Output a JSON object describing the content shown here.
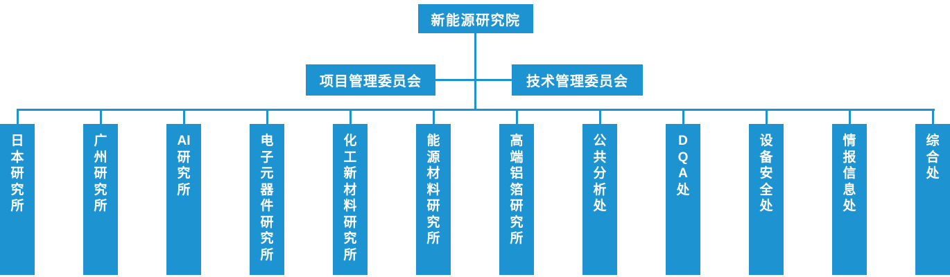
{
  "colors": {
    "node_fill": "#1E93D2",
    "node_text": "#FFFFFF",
    "connector_line": "#1E93D2",
    "background": "#FFFFFF"
  },
  "org_chart": {
    "root": {
      "label": "新能源研究院"
    },
    "committees": [
      {
        "label": "项目管理委员会"
      },
      {
        "label": "技术管理委员会"
      }
    ],
    "departments": [
      {
        "name": "日本研究所",
        "label_lines": "日\n本\n研\n究\n所"
      },
      {
        "name": "广州研究所",
        "label_lines": "广\n州\n研\n究\n所"
      },
      {
        "name": "AI研究所",
        "label_lines": "AI\n研\n究\n所"
      },
      {
        "name": "电子元器件研究所",
        "label_lines": "电\n子\n元\n器\n件\n研\n究\n所"
      },
      {
        "name": "化工新材料研究所",
        "label_lines": "化\n工\n新\n材\n料\n研\n究\n所"
      },
      {
        "name": "能源材料研究所",
        "label_lines": "能\n源\n材\n料\n研\n究\n所"
      },
      {
        "name": "高端铝箔研究所",
        "label_lines": "高\n端\n铝\n箔\n研\n究\n所"
      },
      {
        "name": "公共分析处",
        "label_lines": "公\n共\n分\n析\n处"
      },
      {
        "name": "DQA处",
        "label_lines": "D\nQ\nA\n处"
      },
      {
        "name": "设备安全处",
        "label_lines": "设\n备\n安\n全\n处"
      },
      {
        "name": "情报信息处",
        "label_lines": "情\n报\n信\n息\n处"
      },
      {
        "name": "综合处",
        "label_lines": "综\n合\n处"
      }
    ]
  }
}
